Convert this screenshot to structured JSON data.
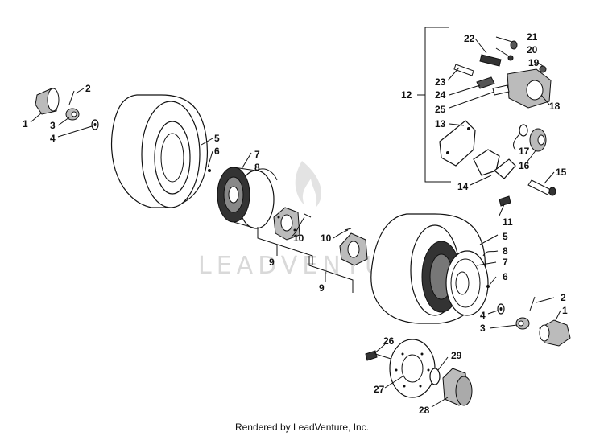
{
  "diagram": {
    "watermark": "LEADVENTURE",
    "footer": "Rendered by LeadVenture, Inc.",
    "callouts": {
      "c1a": "1",
      "c2a": "2",
      "c3a": "3",
      "c4a": "4",
      "c5a": "5",
      "c6a": "6",
      "c7a": "7",
      "c8a": "8",
      "c9a": "9",
      "c10a": "10",
      "c10b": "10",
      "c9b": "9",
      "c11": "11",
      "c5b": "5",
      "c8b": "8",
      "c7b": "7",
      "c6b": "6",
      "c2b": "2",
      "c1b": "1",
      "c4b": "4",
      "c3b": "3",
      "c12": "12",
      "c13": "13",
      "c14": "14",
      "c15": "15",
      "c16": "16",
      "c17": "17",
      "c18": "18",
      "c19": "19",
      "c20": "20",
      "c21": "21",
      "c22": "22",
      "c23": "23",
      "c24": "24",
      "c25": "25",
      "c26": "26",
      "c27": "27",
      "c28": "28",
      "c29": "29"
    }
  }
}
